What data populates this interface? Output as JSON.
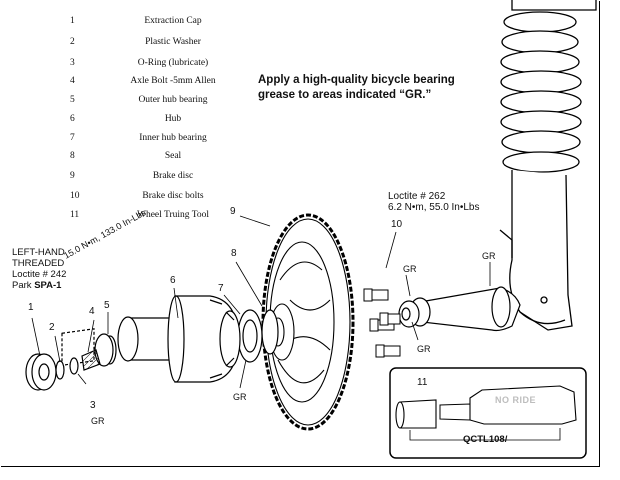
{
  "parts": [
    {
      "num": "1",
      "name": "Extraction Cap"
    },
    {
      "num": "2",
      "name": "Plastic Washer"
    },
    {
      "num": "3",
      "name": "O-Ring (lubricate)"
    },
    {
      "num": "4",
      "name": "Axle Bolt -5mm Allen"
    },
    {
      "num": "5",
      "name": "Outer hub bearing"
    },
    {
      "num": "6",
      "name": "Hub"
    },
    {
      "num": "7",
      "name": "Inner hub bearing"
    },
    {
      "num": "8",
      "name": "Seal"
    },
    {
      "num": "9",
      "name": "Brake disc"
    },
    {
      "num": "10",
      "name": "Brake disc bolts"
    },
    {
      "num": "11",
      "name": "Wheel Truing Tool"
    }
  ],
  "note": "Apply a high-quality bicycle bearing grease to areas indicated “GR.”",
  "left_note": {
    "line1": "LEFT-HAND",
    "line2": "THREADED",
    "line3": "Loctite # 242",
    "line4_prefix": "Park ",
    "line4_bold": "SPA-1"
  },
  "torque_left": "15.0 N•m, 133.0 In-Lbs",
  "torque_right": {
    "line1": "Loctite # 262",
    "line2": "6.2 N•m, 55.0 In•Lbs"
  },
  "callouts": {
    "n1": "1",
    "n2": "2",
    "n3": "3",
    "n4": "4",
    "n5": "5",
    "n6": "6",
    "n7": "7",
    "n8": "8",
    "n9": "9",
    "n10": "10",
    "n11": "11"
  },
  "gr": "GR",
  "tool": {
    "noride": "NO RIDE",
    "code": "QCTL108/"
  }
}
